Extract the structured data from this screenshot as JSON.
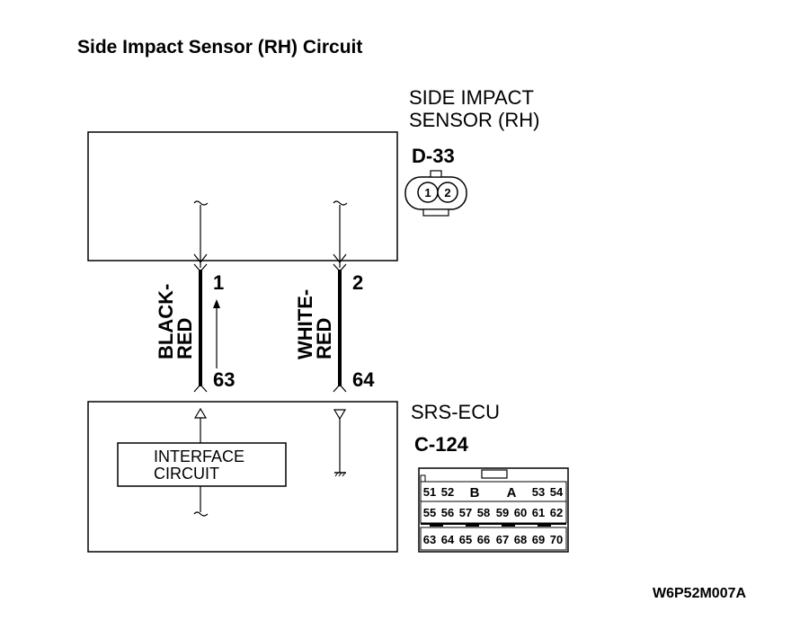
{
  "title": "Side Impact Sensor (RH) Circuit",
  "sensor": {
    "name_line1": "SIDE IMPACT",
    "name_line2": "SENSOR (RH)",
    "connector_id": "D-33",
    "pins": [
      "1",
      "2"
    ]
  },
  "wires": [
    {
      "color_line1": "BLACK-",
      "color_line2": "RED",
      "top_pin": "1",
      "bottom_pin": "63"
    },
    {
      "color_line1": "WHITE-",
      "color_line2": "RED",
      "top_pin": "2",
      "bottom_pin": "64"
    }
  ],
  "ecu": {
    "name": "SRS-ECU",
    "connector_id": "C-124",
    "interface_line1": "INTERFACE",
    "interface_line2": "CIRCUIT",
    "connector_rows": [
      [
        "51",
        "52",
        "B",
        "A",
        "53",
        "54"
      ],
      [
        "55",
        "56",
        "57",
        "58",
        "59",
        "60",
        "61",
        "62"
      ],
      [
        "63",
        "64",
        "65",
        "66",
        "67",
        "68",
        "69",
        "70"
      ]
    ]
  },
  "figure_code": "W6P52M007A"
}
